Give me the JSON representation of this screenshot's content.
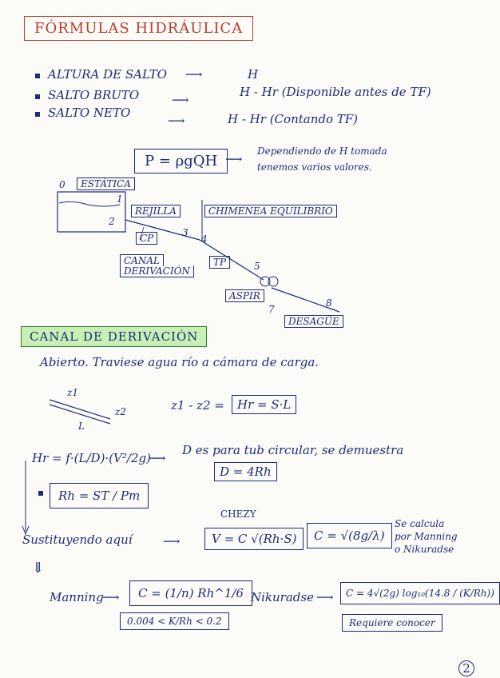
{
  "title": "FÓRMULAS HIDRÁULICA",
  "definitions": [
    {
      "label": "ALTURA DE SALTO",
      "value": "H"
    },
    {
      "label": "SALTO BRUTO",
      "value": "H - Hr (Disponible antes de TF)"
    },
    {
      "label": "SALTO NETO",
      "value": "H - Hr (Contando TF)"
    }
  ],
  "power": {
    "formula": "P = ρgQH",
    "note_line1": "Dependiendo de H tomada",
    "note_line2": "tenemos varios valores."
  },
  "diagram": {
    "estatica": "ESTÁTICA",
    "rejilla": "REJILLA",
    "chimenea": "CHIMENEA EQUILIBRIO",
    "cp": "CP",
    "canal_line1": "CANAL",
    "canal_line2": "DERIVACIÓN",
    "tp": "TP",
    "aspir": "ASPIR",
    "desague": "DESAGÜE",
    "n0": "0",
    "n1": "1",
    "n2": "2",
    "n3": "3",
    "n4": "4",
    "n5": "5",
    "n7": "7",
    "n8": "8"
  },
  "section": {
    "title": "CANAL DE DERIVACIÓN"
  },
  "text_abierto": "Abierto. Traviese agua río a cámara de carga.",
  "slope": {
    "z1": "z1",
    "z2": "z2",
    "L": "L",
    "eq_left": "z1 - z2 =",
    "eq_box": "Hr = S·L"
  },
  "darcy": {
    "eq": "Hr = f·(L/D)·(V²/2g)",
    "note": "D es para tub circular, se demuestra",
    "box": "D = 4Rh"
  },
  "rh": {
    "box": "Rh = ST / Pm"
  },
  "chezy": {
    "label": "CHEZY",
    "prefix": "Sustituyendo aquí",
    "box1": "V = C √(Rh·S)",
    "box2": "C = √(8g/λ)",
    "note_line1": "Se calcula",
    "note_line2": "por Manning",
    "note_line3": "o Nikuradse"
  },
  "manning": {
    "label": "Manning",
    "box": "C = (1/n) Rh^1/6",
    "range": "0.004 < K/Rh < 0.2"
  },
  "nikuradse": {
    "label": "Nikuradse",
    "box": "C = 4√(2g) log₁₀(14.8 / (K/Rh))",
    "note": "Requiere conocer"
  },
  "page_number": "2"
}
